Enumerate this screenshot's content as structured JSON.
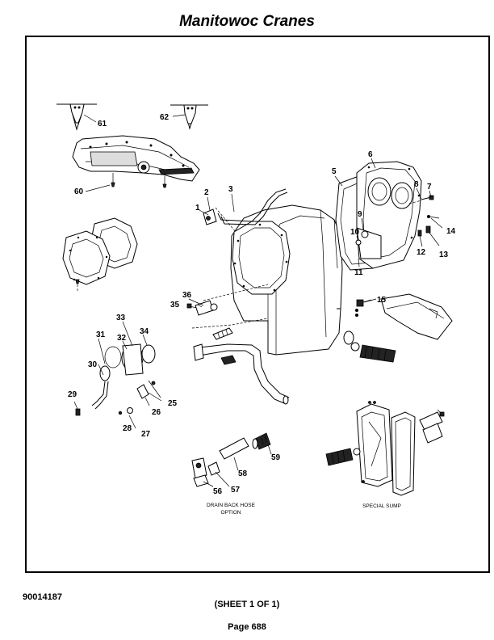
{
  "header": {
    "title": "Manitowoc Cranes"
  },
  "footer": {
    "doc_number": "90014187",
    "sheet": "(SHEET 1 OF 1)",
    "page": "Page 688"
  },
  "diagram": {
    "captions": {
      "drain_back_line1": "DRAIN BACK HOSE",
      "drain_back_line2": "OPTION",
      "special_sump": "SPECIAL SUMP"
    },
    "callouts": [
      {
        "id": "c1",
        "label": "1"
      },
      {
        "id": "c2",
        "label": "2"
      },
      {
        "id": "c3",
        "label": "3"
      },
      {
        "id": "c5",
        "label": "5"
      },
      {
        "id": "c6",
        "label": "6"
      },
      {
        "id": "c7",
        "label": "7"
      },
      {
        "id": "c8",
        "label": "8"
      },
      {
        "id": "c9",
        "label": "9"
      },
      {
        "id": "c10",
        "label": "10"
      },
      {
        "id": "c11",
        "label": "11"
      },
      {
        "id": "c12",
        "label": "12"
      },
      {
        "id": "c13",
        "label": "13"
      },
      {
        "id": "c14",
        "label": "14"
      },
      {
        "id": "c15",
        "label": "15"
      },
      {
        "id": "c25",
        "label": "25"
      },
      {
        "id": "c26",
        "label": "26"
      },
      {
        "id": "c27",
        "label": "27"
      },
      {
        "id": "c28",
        "label": "28"
      },
      {
        "id": "c29",
        "label": "29"
      },
      {
        "id": "c30",
        "label": "30"
      },
      {
        "id": "c31",
        "label": "31"
      },
      {
        "id": "c32",
        "label": "32"
      },
      {
        "id": "c33",
        "label": "33"
      },
      {
        "id": "c34",
        "label": "34"
      },
      {
        "id": "c35",
        "label": "35"
      },
      {
        "id": "c36",
        "label": "36"
      },
      {
        "id": "c56",
        "label": "56"
      },
      {
        "id": "c57",
        "label": "57"
      },
      {
        "id": "c58",
        "label": "58"
      },
      {
        "id": "c59",
        "label": "59"
      },
      {
        "id": "c60",
        "label": "60"
      },
      {
        "id": "c61",
        "label": "61"
      },
      {
        "id": "c62",
        "label": "62"
      }
    ]
  }
}
